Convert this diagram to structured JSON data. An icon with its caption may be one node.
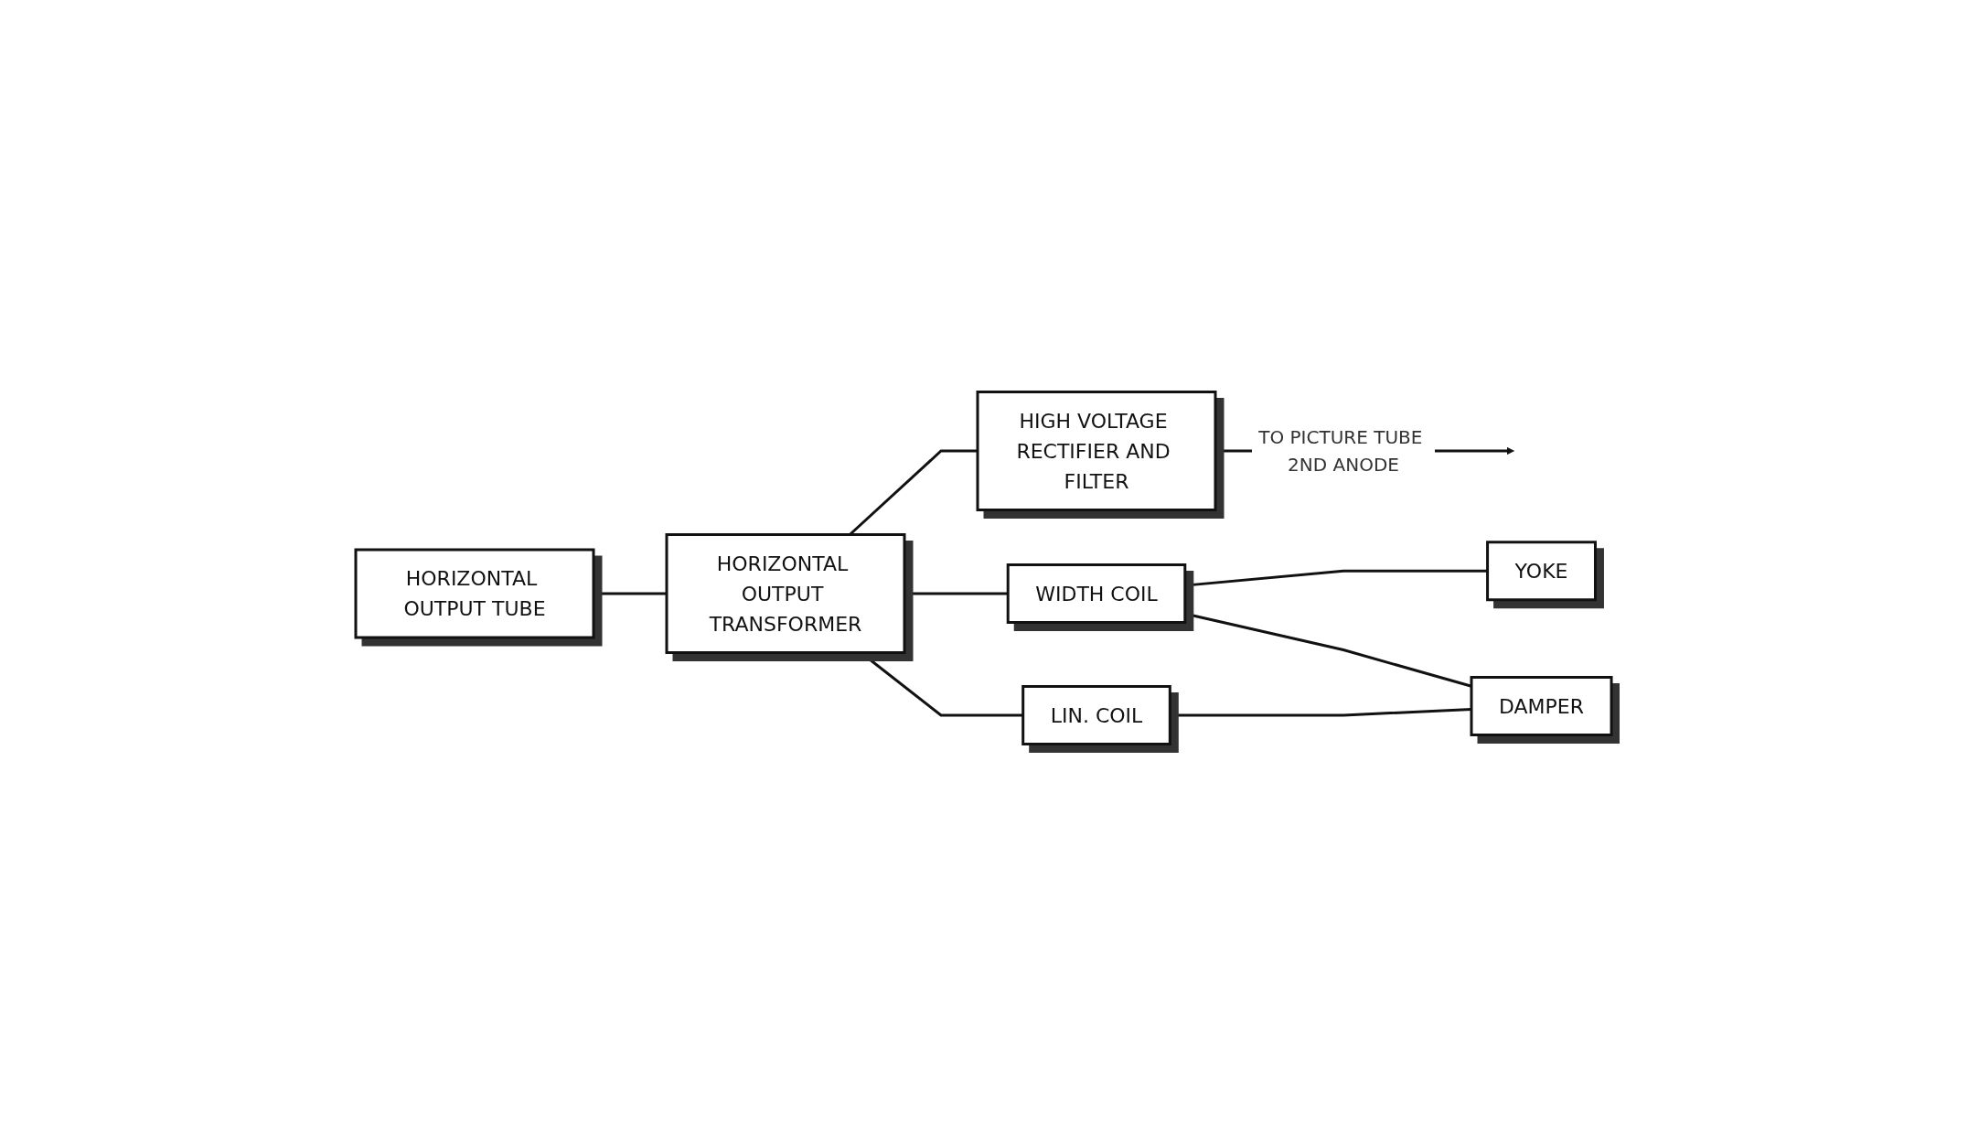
{
  "diagram": {
    "nodes": [
      {
        "text": [
          "HORIZONTAL OUTPUT TUBE"
        ]
      },
      {
        "text": [
          "HORIZONTAL OUTPUT TRANSFORMER"
        ]
      },
      {
        "text": [
          "HIGH VOLTAGE RECTIFIER AND FILTER"
        ]
      },
      {
        "text": [
          "WIDTH COIL"
        ]
      },
      {
        "text": [
          "YOKE"
        ]
      },
      {
        "text": [
          "LIN. COIL"
        ]
      },
      {
        "text": [
          "DAMPER"
        ]
      }
    ],
    "edges": [
      {
        "from": 0,
        "to": 1,
        "arrow": "none"
      },
      {
        "from": 1,
        "to": 2,
        "arrow": "none"
      },
      {
        "from": 1,
        "to": 3,
        "arrow": "none"
      },
      {
        "from": 3,
        "to": 4,
        "arrow": "none"
      },
      {
        "from": 3,
        "to": 6,
        "arrow": "none"
      },
      {
        "from": 1,
        "to": 5,
        "arrow": "none"
      },
      {
        "from": 5,
        "to": 6,
        "arrow": "none"
      },
      {
        "from": 2,
        "to": null,
        "arrow": "to",
        "label": "TO PICTURE TUBE 2ND ANODE"
      }
    ]
  }
}
